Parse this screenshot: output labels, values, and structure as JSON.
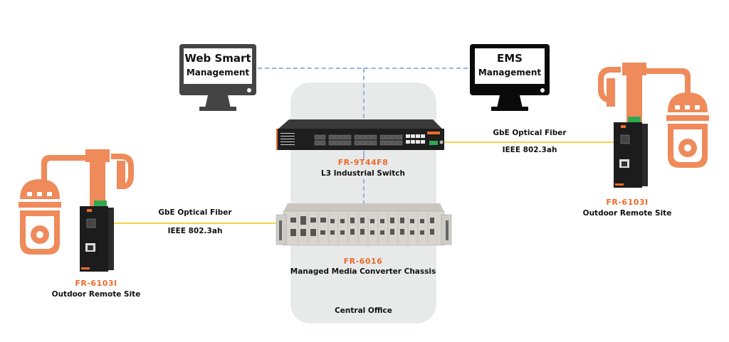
{
  "management": {
    "web_smart": {
      "line1": "Web Smart",
      "line2": "Management"
    },
    "ems": {
      "line1": "EMS",
      "line2": "Management"
    }
  },
  "central_office": {
    "label": "Central Office",
    "switch": {
      "model": "FR-9T44F8",
      "description": "L3 Industrial Switch"
    },
    "chassis": {
      "model": "FR-6016",
      "description": "Managed Media Converter Chassis"
    }
  },
  "links": {
    "left": {
      "top_label": "GbE Optical Fiber",
      "bottom_label": "IEEE 802.3ah"
    },
    "right": {
      "top_label": "GbE Optical Fiber",
      "bottom_label": "IEEE 802.3ah"
    }
  },
  "remote_sites": {
    "left": {
      "model": "FR-6103I",
      "description": "Outdoor Remote Site"
    },
    "right": {
      "model": "FR-6103I",
      "description": "Outdoor Remote Site"
    }
  },
  "colors": {
    "accent": "#ee6a2c",
    "camera": "#ef8a5a",
    "fiber": "#f6d34e",
    "management_link": "#93b4df",
    "central_office_bg": "#e8eaea"
  }
}
